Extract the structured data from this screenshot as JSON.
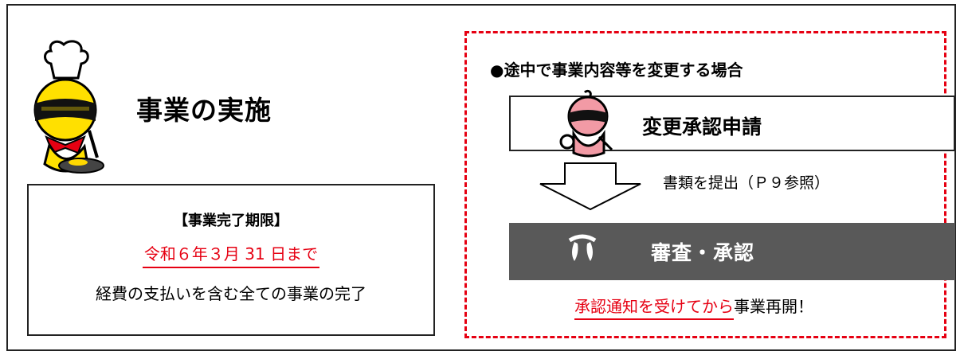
{
  "left_panel": {
    "title": "事業の実施",
    "mascot_icon": "chef-mascot-icon",
    "deadline": {
      "heading": "【事業完了期限】",
      "date": "令和６年３月 31 日まで",
      "note": "経費の支払いを含む全ての事業の完了"
    }
  },
  "right_panel": {
    "heading": "●途中で事業内容等を変更する場合",
    "request_label": "変更承認申請",
    "request_mascot_icon": "ninja-mascot-icon",
    "submit_label": "書類を提出（Ｐ９参照）",
    "review_label": "審査・承認",
    "review_logo_icon": "prefecture-emblem-icon",
    "resume": {
      "highlight": "承認通知を受けてから",
      "rest": "事業再開！"
    }
  },
  "colors": {
    "accent_red": "#e60012",
    "review_bg": "#595959",
    "mascot_yellow": "#ffe000",
    "mascot_pink": "#f29aa5"
  }
}
